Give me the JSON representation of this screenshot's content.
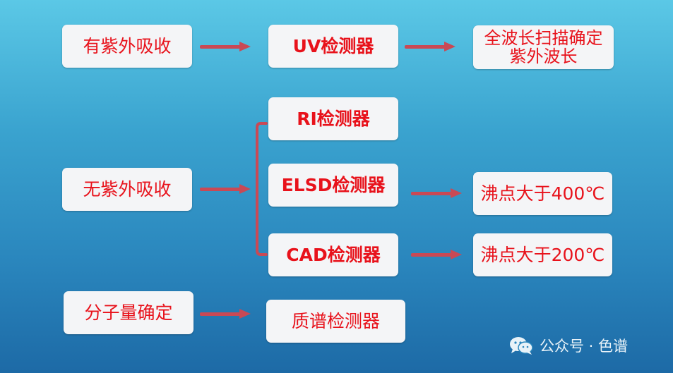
{
  "rows": {
    "uv": {
      "source": "有紫外吸收",
      "detector": "UV检测器",
      "result": "全波长扫描确定紫外波长"
    },
    "non_uv": {
      "source": "无紫外吸收",
      "detectors": [
        "RI检测器",
        "ELSD检测器",
        "CAD检测器"
      ],
      "elsd_note": "沸点大于400℃",
      "cad_note": "沸点大于200℃"
    },
    "mass": {
      "source": "分子量确定",
      "detector": "质谱检测器"
    }
  },
  "watermark": {
    "text": "公众号 · 色谱",
    "icon": "wechat-icon"
  },
  "colors": {
    "text_red": "#e8121b",
    "arrow": "#c94955",
    "box": "#f4f5f7"
  }
}
